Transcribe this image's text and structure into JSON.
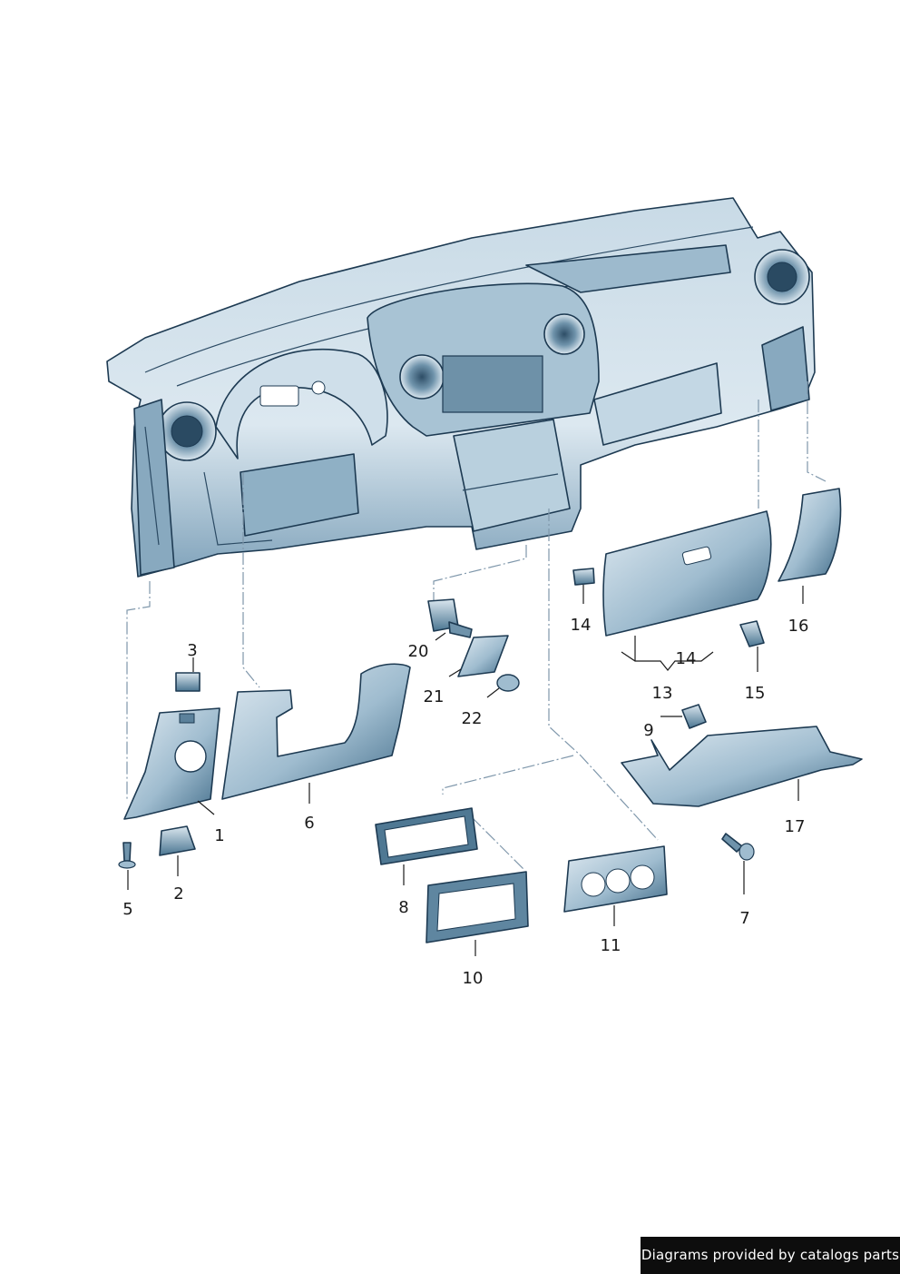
{
  "labels": {
    "p1": "1",
    "p2": "2",
    "p3": "3",
    "p5": "5",
    "p6": "6",
    "p7": "7",
    "p8": "8",
    "p9": "9",
    "p10": "10",
    "p11": "11",
    "p13": "13",
    "p14a": "14",
    "p14b": "14",
    "p15": "15",
    "p16": "16",
    "p17": "17",
    "p20": "20",
    "p21": "21",
    "p22": "22"
  },
  "credit": "Diagrams provided by catalogs parts",
  "colors": {
    "part_fill_light": "#dbe7ef",
    "part_fill_mid": "#9fbccf",
    "part_fill_dark": "#4f7893",
    "outline": "#1d3a52",
    "dash_line": "#7f97ab"
  }
}
